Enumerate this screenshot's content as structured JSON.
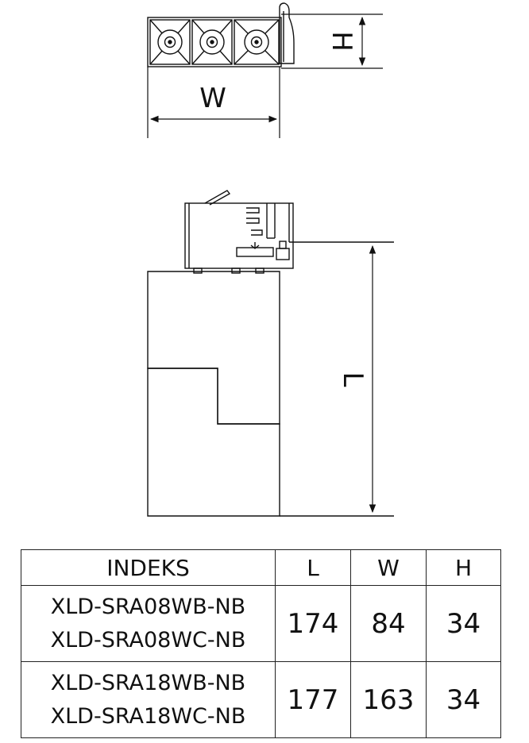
{
  "dimensions": {
    "w": "W",
    "h": "H",
    "l": "L"
  },
  "table": {
    "headers": [
      "INDEKS",
      "L",
      "W",
      "H"
    ],
    "rows": [
      {
        "models": [
          "XLD-SRA08WB-NB",
          "XLD-SRA08WC-NB"
        ],
        "l": "174",
        "w": "84",
        "h": "34"
      },
      {
        "models": [
          "XLD-SRA18WB-NB",
          "XLD-SRA18WC-NB"
        ],
        "l": "177",
        "w": "163",
        "h": "34"
      }
    ]
  }
}
